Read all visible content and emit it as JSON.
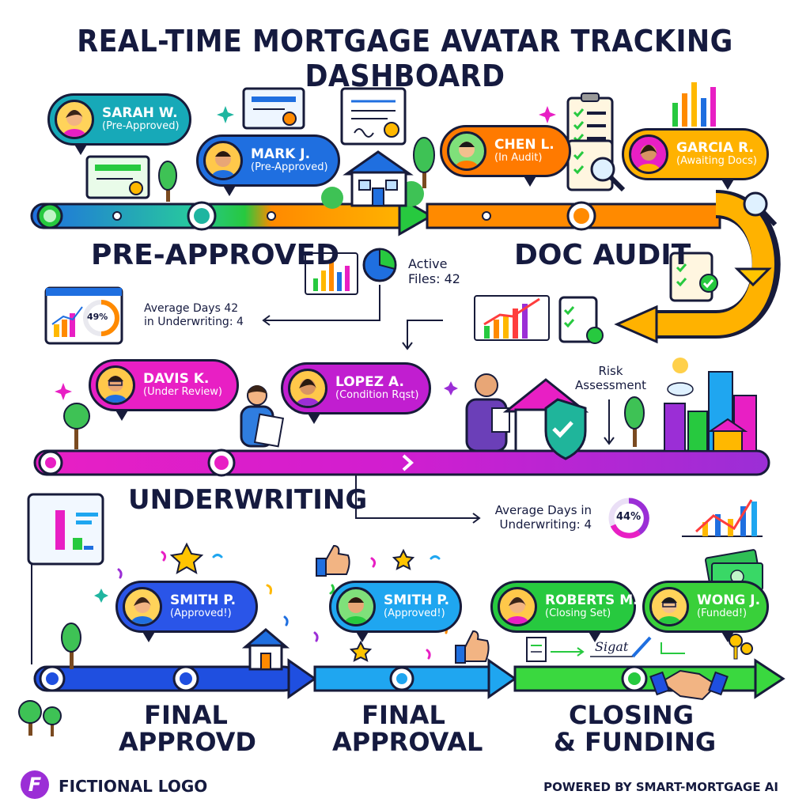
{
  "title": "REAL-TIME MORTGAGE AVATAR TRACKING DASHBOARD",
  "stages": {
    "pre_approved": "PRE-APPROVED",
    "doc_audit": "DOC AUDIT",
    "underwriting": "UNDERWRITING",
    "final_approvd_l1": "FINAL",
    "final_approvd_l2": "APPROVD",
    "final_approval_l1": "FINAL",
    "final_approval_l2": "APPROVAL",
    "closing_l1": "CLOSING",
    "closing_l2": "& FUNDING"
  },
  "borrowers": [
    {
      "name": "SARAH W.",
      "status": "(Pre-Approved)"
    },
    {
      "name": "MARK J.",
      "status": "(Pre-Approved)"
    },
    {
      "name": "CHEN L.",
      "status": "(In Audit)"
    },
    {
      "name": "GARCIA R.",
      "status": "(Awaiting Docs)"
    },
    {
      "name": "DAVIS K.",
      "status": "(Under Review)"
    },
    {
      "name": "LOPEZ A.",
      "status": "(Condition Rqst)"
    },
    {
      "name": "SMITH P.",
      "status": "(Approved!)"
    },
    {
      "name": "SMITH P.",
      "status": "(Approved!)"
    },
    {
      "name": "ROBERTS M.",
      "status": "(Closing Set)"
    },
    {
      "name": "WONG J.",
      "status": "(Funded!)"
    }
  ],
  "stats": {
    "active_l1": "Active",
    "active_l2": "Files: 42",
    "avg1_l1": "Average Days 42",
    "avg1_l2": "in Underwriting: 4",
    "gauge1": "49%",
    "gauge1_value": 49,
    "risk_l1": "Risk",
    "risk_l2": "Assessment",
    "avg2_l1": "Average Days in",
    "avg2_l2": "Underwriting: 4",
    "gauge2": "44%",
    "gauge2_value": 44,
    "signature": "Sigat"
  },
  "footer": {
    "logo": "FICTIONAL LOGO",
    "logo_letter": "F",
    "powered": "POWERED BY SMART-MORTGAGE AI"
  },
  "colors": {
    "dark": "#171b3a",
    "blue": "#1f6fe0",
    "green": "#27c93f",
    "orange": "#ff7a00",
    "yellow": "#ffb800",
    "magenta": "#e81fc4",
    "purple": "#9b2ed6",
    "teal": "#17a9b8"
  }
}
